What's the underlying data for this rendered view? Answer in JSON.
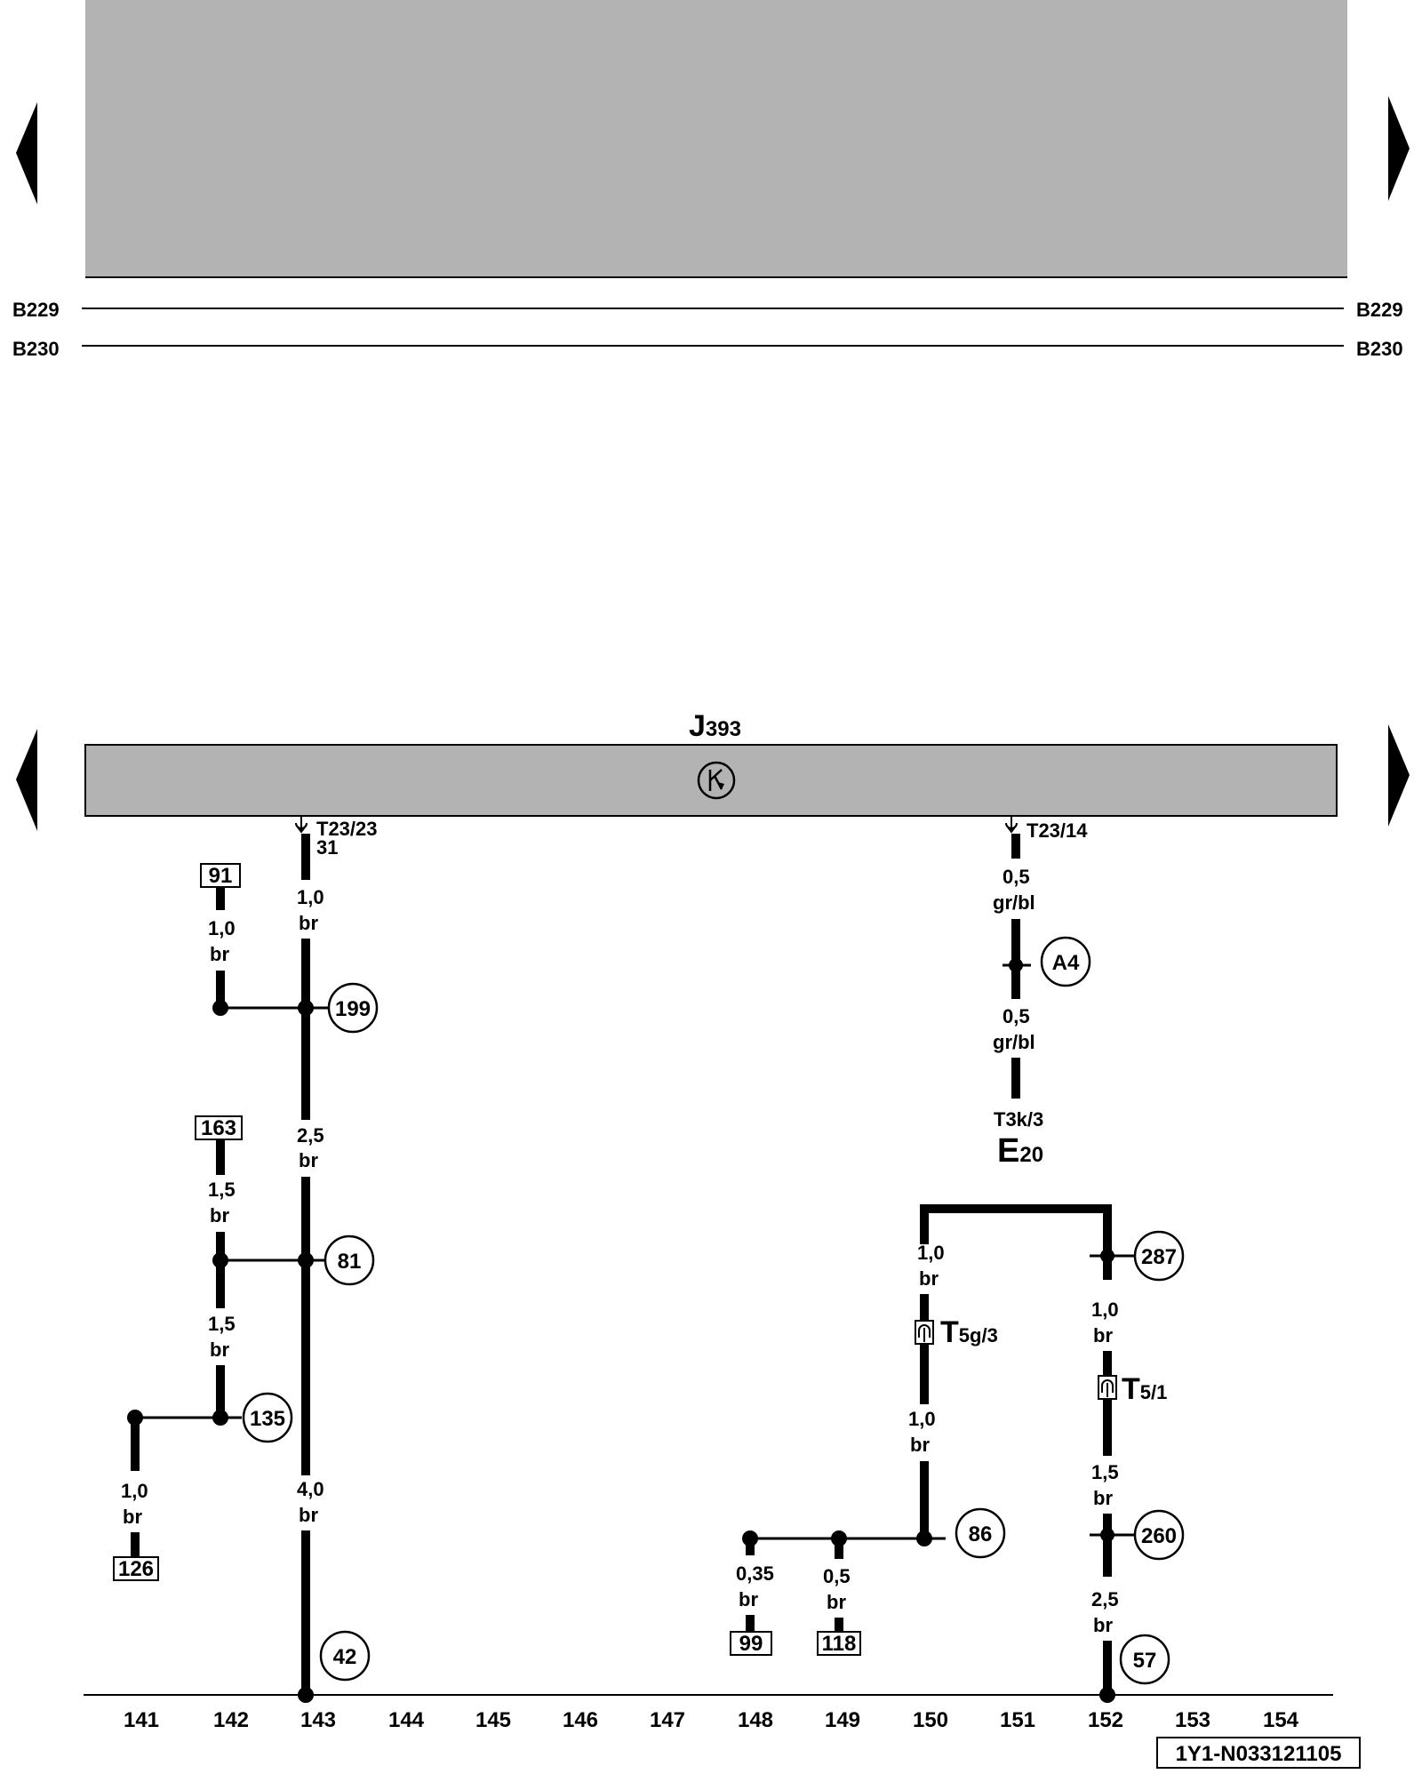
{
  "nav": {
    "prev_arrow_icon": "triangle-left-icon",
    "next_arrow_icon": "triangle-right-icon"
  },
  "bus_lines": {
    "b229_left": "B229",
    "b229_right": "B229",
    "b230_left": "B230",
    "b230_right": "B230"
  },
  "module": {
    "name_main": "J",
    "name_sub": "393",
    "symbol": "K"
  },
  "terminals": {
    "t23_23": "T23/23",
    "t23_23_pin": "31",
    "t23_14": "T23/14",
    "t3k_3": "T3k/3",
    "e20_main": "E",
    "e20_sub": "20",
    "t5g_main": "T",
    "t5g_sub": "5g/3",
    "t5_main": "T",
    "t5_sub": "5/1"
  },
  "wires": {
    "w143a_size": "1,0",
    "w143a_color": "br",
    "w143b_size": "2,5",
    "w143b_color": "br",
    "w143c_size": "4,0",
    "w143c_color": "br",
    "w142a_size": "1,0",
    "w142a_color": "br",
    "w142b_size": "1,5",
    "w142b_color": "br",
    "w142c_size": "1,5",
    "w142c_color": "br",
    "w141_size": "1,0",
    "w141_color": "br",
    "w151a_size": "0,5",
    "w151a_color": "gr/bl",
    "w151b_size": "0,5",
    "w151b_color": "gr/bl",
    "w150a_size": "1,0",
    "w150a_color": "br",
    "w150b_size": "1,0",
    "w150b_color": "br",
    "w152a_size": "1,0",
    "w152a_color": "br",
    "w152b_size": "1,5",
    "w152b_color": "br",
    "w152c_size": "2,5",
    "w152c_color": "br",
    "w148_size": "0,35",
    "w148_color": "br",
    "w149_size": "0,5",
    "w149_color": "br"
  },
  "refs_boxed": {
    "r91": "91",
    "r163": "163",
    "r126": "126",
    "r99": "99",
    "r118": "118"
  },
  "refs_circled": {
    "c199": "199",
    "c81": "81",
    "c135": "135",
    "c42": "42",
    "ca4": "A4",
    "c287": "287",
    "c86": "86",
    "c260": "260",
    "c57": "57"
  },
  "columns": [
    "141",
    "142",
    "143",
    "144",
    "145",
    "146",
    "147",
    "148",
    "149",
    "150",
    "151",
    "152",
    "153",
    "154"
  ],
  "doc_id": "1Y1-N033121105"
}
